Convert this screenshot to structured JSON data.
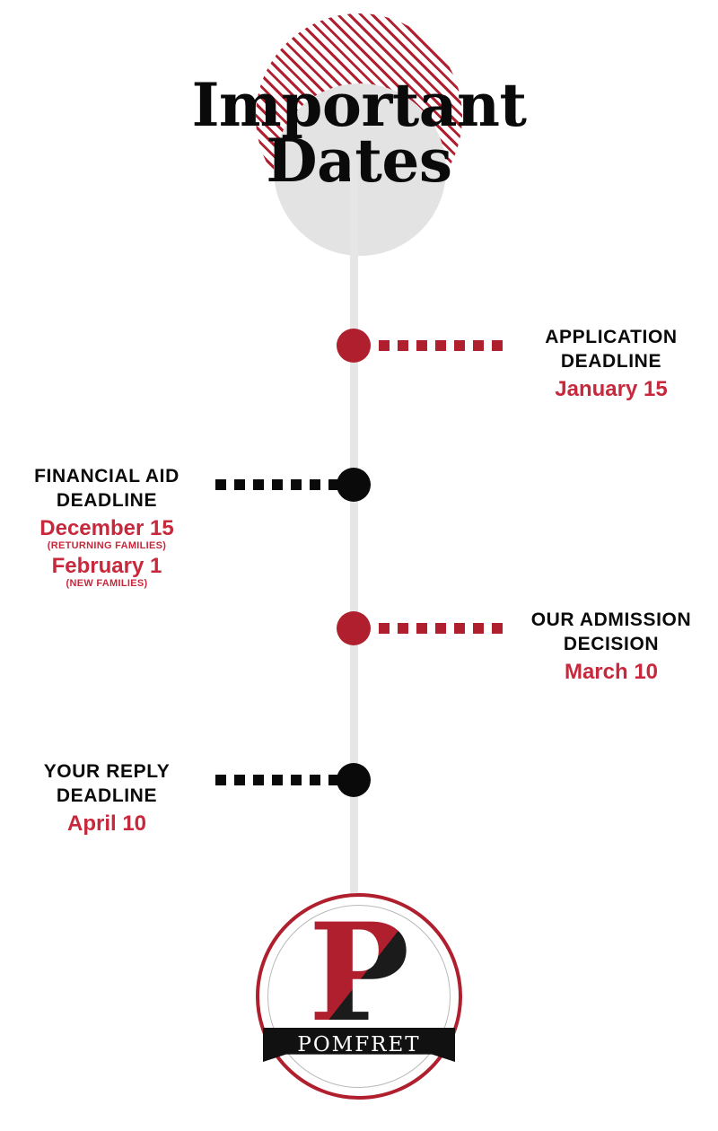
{
  "title": {
    "line1": "Important",
    "line2": "Dates"
  },
  "colors": {
    "red_marker": "#B01F2E",
    "red_text": "#C8283C",
    "black": "#0a0a0a",
    "spine_gray": "#E6E6E6",
    "circle_gray": "#E3E3E3"
  },
  "timeline": [
    {
      "side": "right",
      "marker": "red",
      "heading_line1": "APPLICATION",
      "heading_line2": "DEADLINE",
      "date1": "January 15",
      "sub1": "",
      "date2": "",
      "sub2": ""
    },
    {
      "side": "left",
      "marker": "black",
      "heading_line1": "FINANCIAL AID",
      "heading_line2": "DEADLINE",
      "date1": "December 15",
      "sub1": "(RETURNING FAMILIES)",
      "date2": "February 1",
      "sub2": "(NEW FAMILIES)"
    },
    {
      "side": "right",
      "marker": "red",
      "heading_line1": "OUR ADMISSION",
      "heading_line2": "DECISION",
      "date1": "March 10",
      "sub1": "",
      "date2": "",
      "sub2": ""
    },
    {
      "side": "left",
      "marker": "black",
      "heading_line1": "YOUR REPLY",
      "heading_line2": "DEADLINE",
      "date1": "April 10",
      "sub1": "",
      "date2": "",
      "sub2": ""
    }
  ],
  "seal": {
    "monogram": "P",
    "wordmark": "POMFRET"
  }
}
